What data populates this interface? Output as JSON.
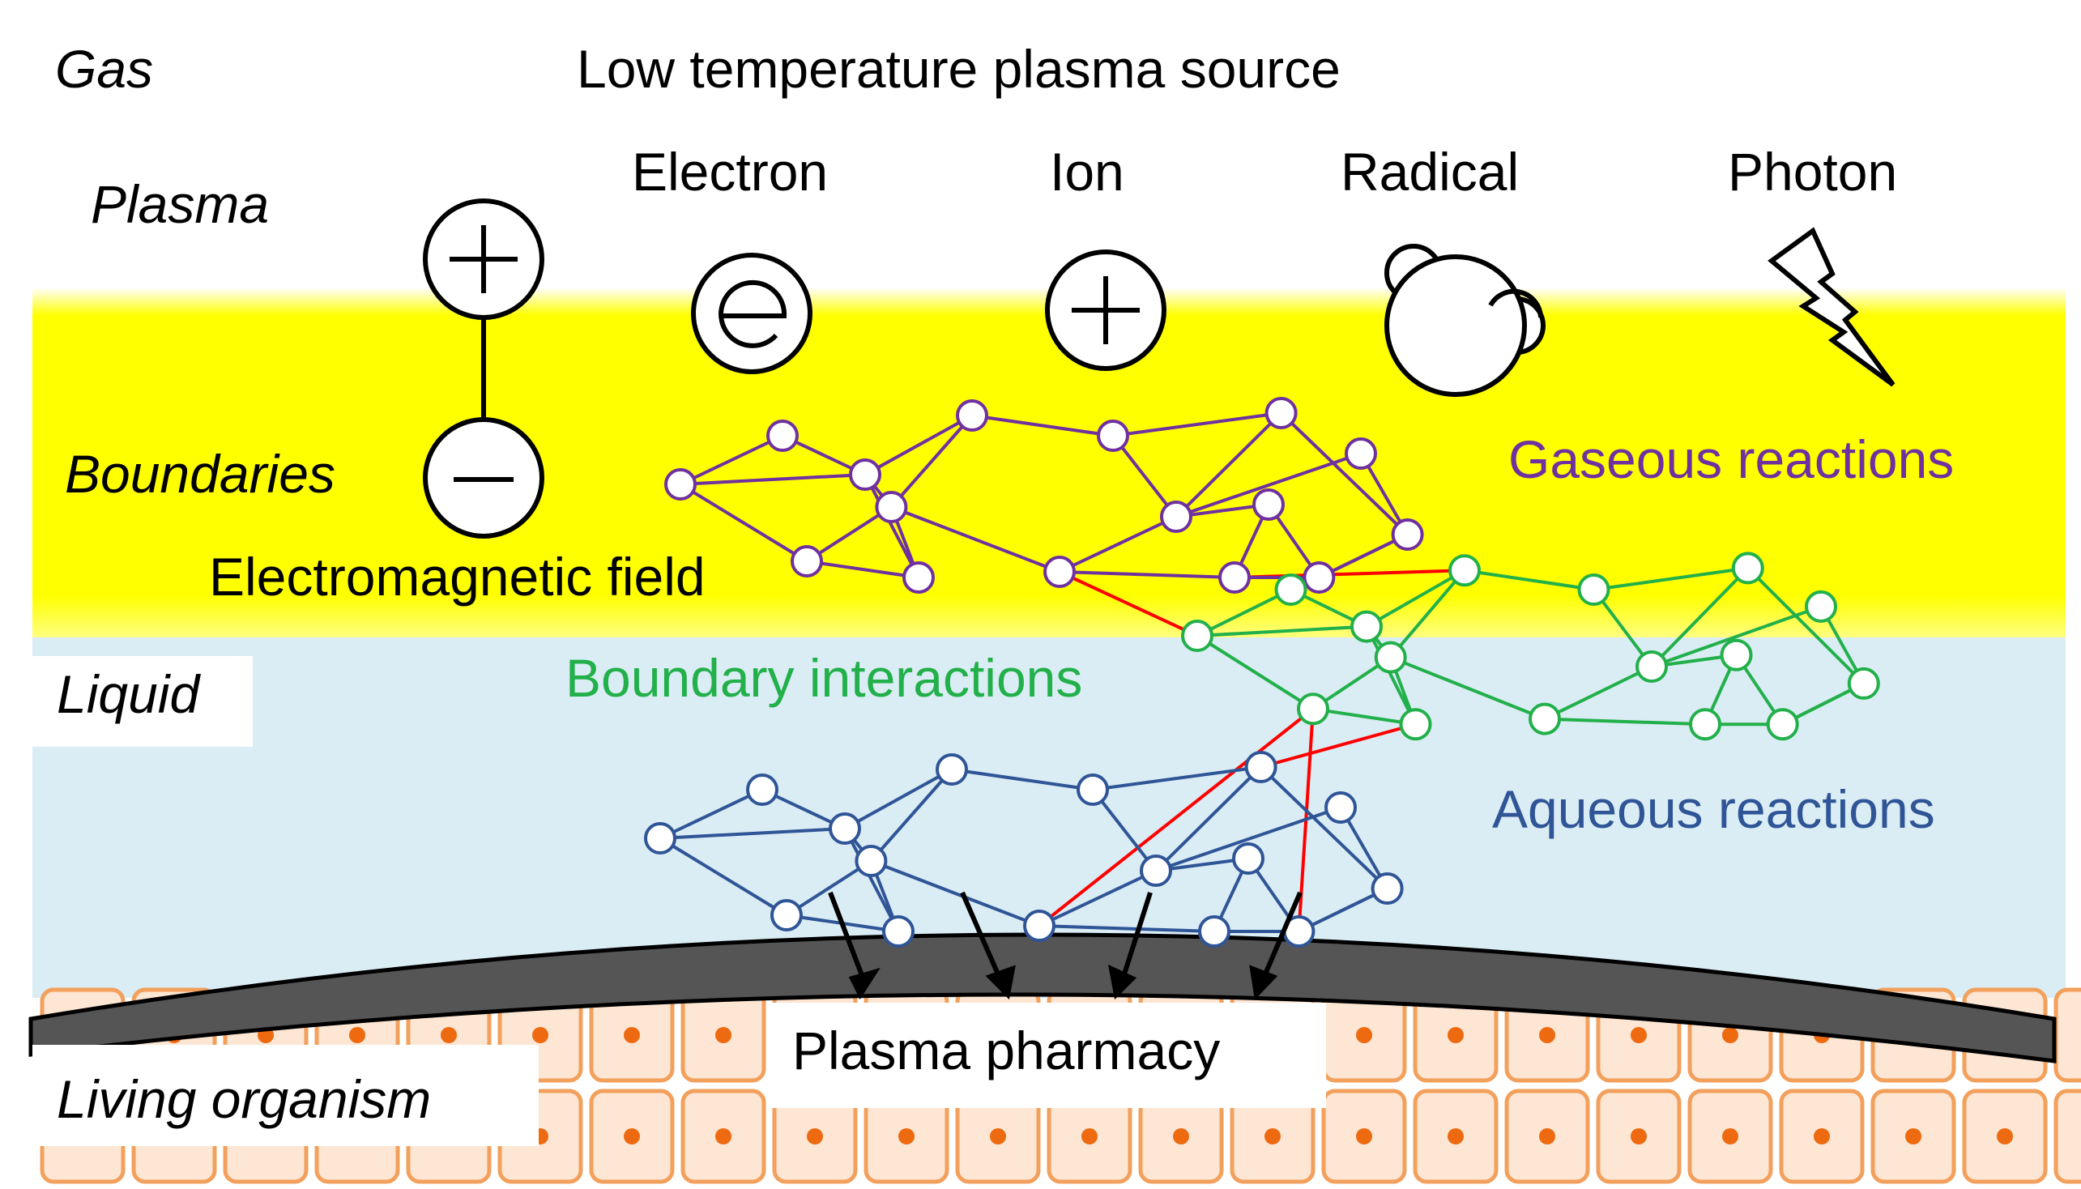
{
  "labels": {
    "gas": "Gas",
    "source": "Low temperature plasma source",
    "plasma": "Plasma",
    "electron": "Electron",
    "ion": "Ion",
    "radical": "Radical",
    "photon": "Photon",
    "boundaries": "Boundaries",
    "em_field": "Electromagnetic field",
    "gaseous": "Gaseous reactions",
    "liquid": "Liquid",
    "boundary_interactions": "Boundary interactions",
    "aqueous": "Aqueous reactions",
    "pharmacy": "Plasma pharmacy",
    "organism": "Living organism"
  },
  "colors": {
    "yellow_band": "#ffff00",
    "liquid": "#daecf4",
    "gaseous": "#7030a0",
    "boundary": "#22b04a",
    "aqueous": "#2f5597",
    "links": "#ff0000",
    "cell_fill": "#fde6d4",
    "cell_edge": "#f2a05c",
    "nucleus": "#ed6a10",
    "membrane": "#555555"
  },
  "icons": {
    "electron": "electron-icon",
    "ion": "ion-icon",
    "radical": "radical-icon",
    "photon": "lightning-icon",
    "dipole": "dipole-icon"
  }
}
